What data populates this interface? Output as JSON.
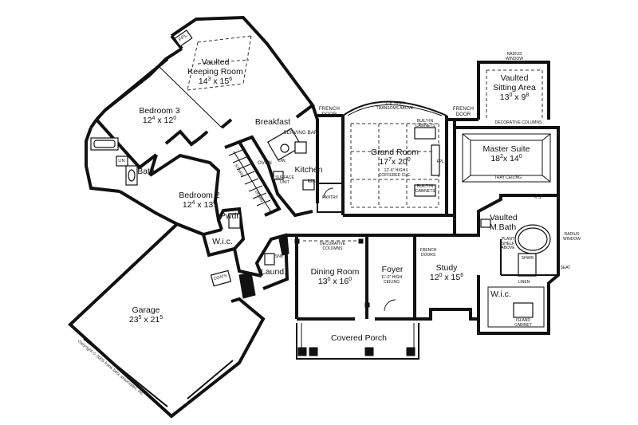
{
  "rooms": {
    "keeping": {
      "name1": "Vaulted",
      "name2": "Keeping Room",
      "w": "14",
      "wsup": "3",
      "h": "15",
      "hsup": "6"
    },
    "bedroom3": {
      "name": "Bedroom 3",
      "w": "12",
      "wsup": "4",
      "h": "12",
      "hsup": "0"
    },
    "breakfast": {
      "name": "Breakfast"
    },
    "bedroom2": {
      "name": "Bedroom 2",
      "w": "12",
      "wsup": "4",
      "h": "13",
      "hsup": "0"
    },
    "kitchen": {
      "name": "Kitchen"
    },
    "grand": {
      "name": "Grand Room",
      "w": "17",
      "wsup": "7",
      "h": "20",
      "hsup": "0"
    },
    "sitting": {
      "name1": "Vaulted",
      "name2": "Sitting Area",
      "w": "13",
      "wsup": "0",
      "h": "9",
      "hsup": "8"
    },
    "master": {
      "name": "Master Suite",
      "w": "18",
      "wsup": "2",
      "h": "14",
      "hsup": "0"
    },
    "mbath": {
      "name1": "Vaulted",
      "name2": "M.Bath"
    },
    "wic_master": {
      "name": "W.i.c."
    },
    "dining": {
      "name": "Dining Room",
      "w": "13",
      "wsup": "0",
      "h": "16",
      "hsup": "0"
    },
    "foyer": {
      "name": "Foyer"
    },
    "study": {
      "name": "Study",
      "w": "12",
      "wsup": "0",
      "h": "15",
      "hsup": "6"
    },
    "porch": {
      "name": "Covered Porch"
    },
    "garage": {
      "name": "Garage",
      "w": "23",
      "wsup": "5",
      "h": "21",
      "hsup": "5"
    },
    "bath": {
      "name": "Bath"
    },
    "pwdr": {
      "name": "Pwdr."
    },
    "wic_small": {
      "name": "W.i.c."
    },
    "laund": {
      "name": "Laund."
    }
  },
  "notes": {
    "fpl_keeping": "FPL.",
    "french_door_left": [
      "FRENCH",
      "DOOR"
    ],
    "french_door_right": [
      "FRENCH",
      "DOOR"
    ],
    "transoms": [
      "2'-8\" HIGH",
      "TRANSOMS ABOVE"
    ],
    "serving_bar": "SERVING BAR",
    "dw": "DW.",
    "oven": "OVEN",
    "surface_unit": [
      "SURFACE",
      "UNIT"
    ],
    "ref": "REF.",
    "pantry": "PANTRY",
    "built_in_cab_top": [
      "BUILT-IN",
      "CABINETS"
    ],
    "built_in_cab_bottom": [
      "BUILT-IN",
      "CABINETS"
    ],
    "coffered": [
      "12'-6\" HIGH",
      "COFFERED CLG."
    ],
    "fpl_grand": "FPL.",
    "decorative_columns_top": "DECORATIVE COLUMNS",
    "tray_ceiling": "TRAY CEILING",
    "radius_window_top": [
      "RADIUS",
      "WINDOW"
    ],
    "radius_window_right": [
      "RADIUS",
      "WINDOW"
    ],
    "ks": "K.S.",
    "plant_shelf": [
      "PLANT",
      "SHELF",
      "ABOVE"
    ],
    "shwr": "SHWR.",
    "seat": "SEAT",
    "linen_master": "LINEN",
    "island_cabinet": [
      "ISLAND",
      "CABINET"
    ],
    "decorative_columns_dining": [
      "DECORATIVE",
      "COLUMNS"
    ],
    "foyer_ceiling": [
      "11'-0\" HIGH",
      "CEILING"
    ],
    "french_doors_study": [
      "FRENCH",
      "DOORS"
    ],
    "snk": "SNK",
    "lin": "LIN.",
    "stairs": "STAIRS",
    "down": "DOWN",
    "coats": "COATS"
  },
  "copyright": "copyright © 2005 frank betz associates, inc."
}
